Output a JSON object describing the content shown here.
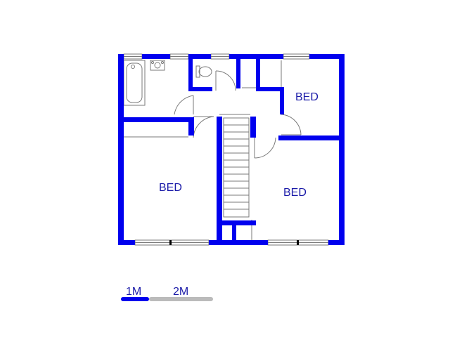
{
  "plan": {
    "rooms": [
      {
        "id": "bed-top-right",
        "label": "BED"
      },
      {
        "id": "bed-left",
        "label": "BED"
      },
      {
        "id": "bed-bottom-right",
        "label": "BED"
      }
    ]
  },
  "scale_bar": {
    "label_1": "1M",
    "label_2": "2M"
  },
  "colors": {
    "wall": "#0000ee",
    "label": "#1a1aa8",
    "fixture": "#7a7a7a",
    "scale_filled": "#0000ee",
    "scale_empty": "#bbbbbb"
  }
}
